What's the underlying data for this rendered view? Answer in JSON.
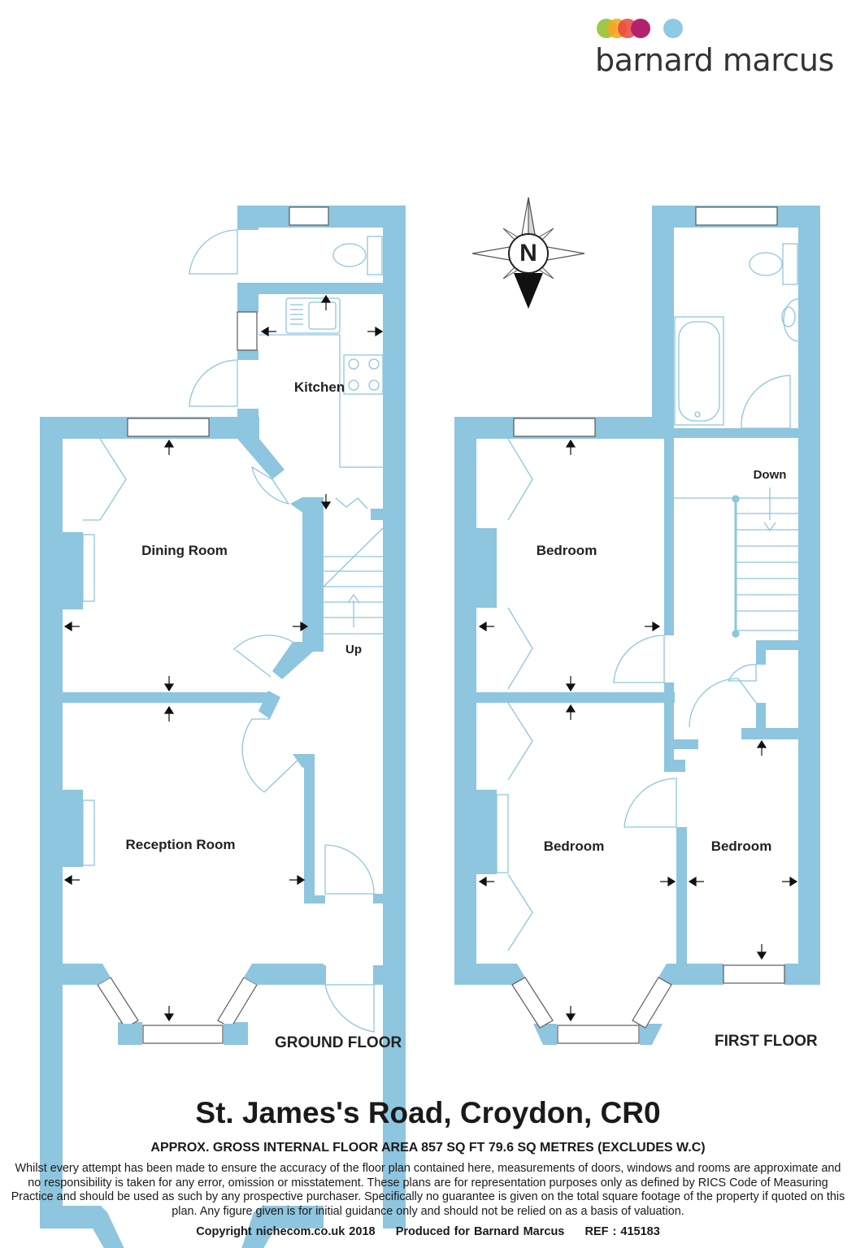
{
  "brand": {
    "name": "barnard marcus",
    "dot_colors": [
      "#9bc53d",
      "#f5a623",
      "#e8453c",
      "#b5216f",
      "#8ecae6"
    ]
  },
  "compass": {
    "north_label": "N"
  },
  "ground_floor": {
    "label": "GROUND FLOOR",
    "rooms": {
      "kitchen": "Kitchen",
      "dining": "Dining Room",
      "reception": "Reception Room"
    },
    "stairs": "Up"
  },
  "first_floor": {
    "label": "FIRST FLOOR",
    "rooms": {
      "bedroom_rear": "Bedroom",
      "bedroom_front": "Bedroom",
      "bedroom_side": "Bedroom"
    },
    "stairs": "Down"
  },
  "colors": {
    "wall": "#8ec5df",
    "line": "#8ec5df"
  },
  "address": "St. James's Road, Croydon, CR0",
  "area": "APPROX. GROSS INTERNAL FLOOR AREA 857 SQ FT 79.6 SQ METRES (EXCLUDES W.C)",
  "disclaimer": "Whilst every attempt has been made to ensure the accuracy of the floor plan contained here, measurements of doors, windows and rooms are approximate and no responsibility is taken for any error, omission or misstatement. These plans are for representation purposes only as defined by RICS Code of Measuring Practice and should be used as such by any prospective purchaser.  Specifically no guarantee is given on the total square footage of the property if quoted on this plan. Any figure given is for initial guidance only and should not be relied on as a basis of valuation.",
  "copyright": "Copyright nichecom.co.uk 2018     Produced for Barnard Marcus     REF : 415183"
}
